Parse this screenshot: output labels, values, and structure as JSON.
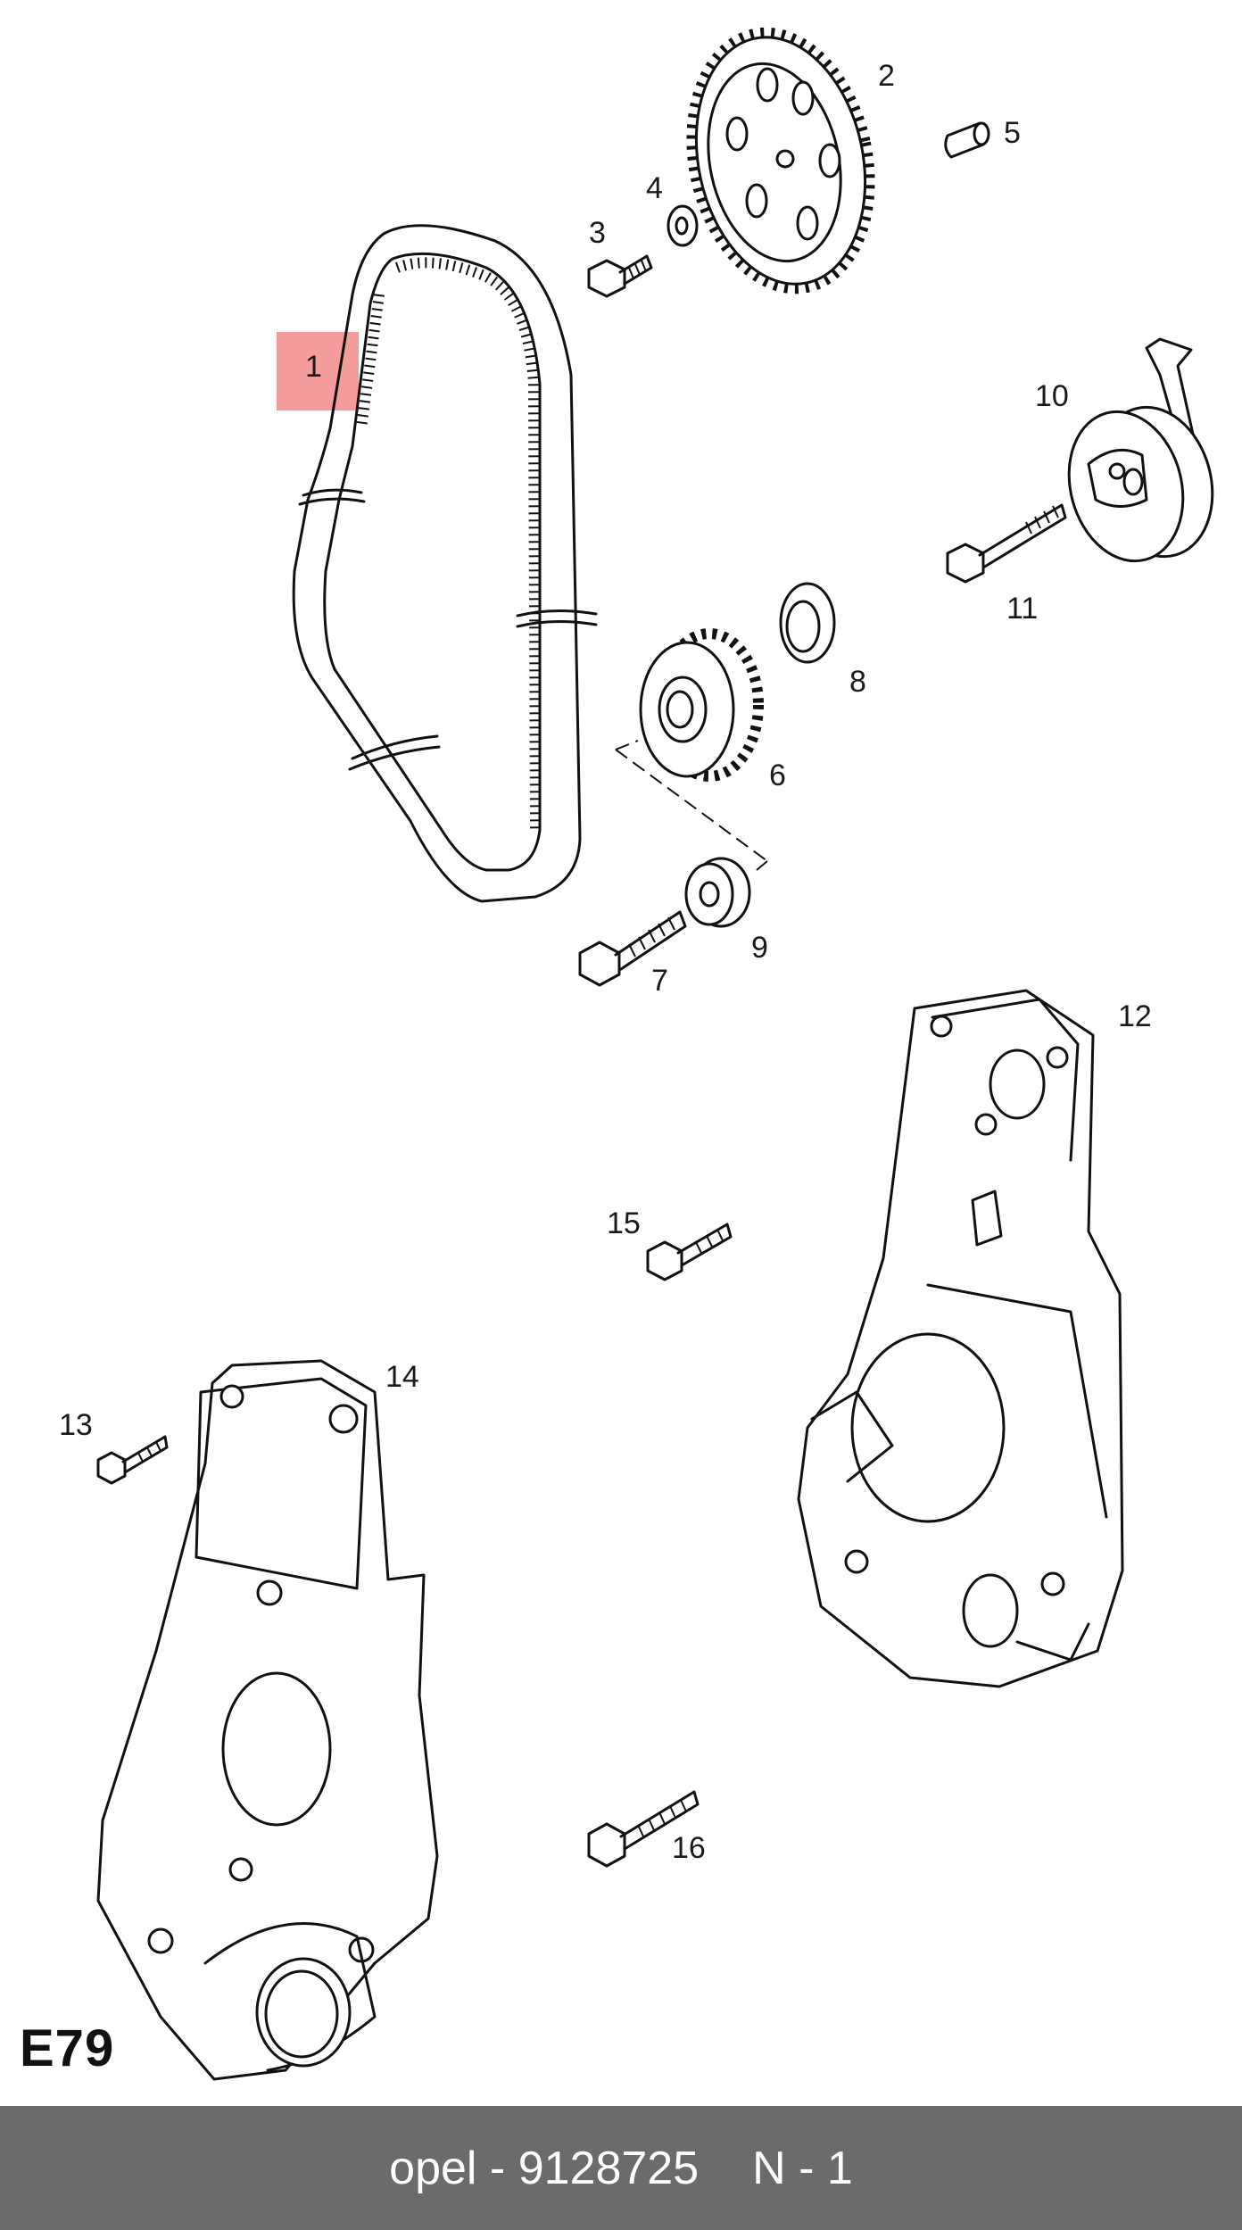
{
  "diagram": {
    "code": "E79",
    "highlight_color": "#f28a8a",
    "highlighted_part": "1",
    "callouts": [
      {
        "id": "1",
        "label": "1"
      },
      {
        "id": "2",
        "label": "2"
      },
      {
        "id": "3",
        "label": "3"
      },
      {
        "id": "4",
        "label": "4"
      },
      {
        "id": "5",
        "label": "5"
      },
      {
        "id": "6",
        "label": "6"
      },
      {
        "id": "7",
        "label": "7"
      },
      {
        "id": "8",
        "label": "8"
      },
      {
        "id": "9",
        "label": "9"
      },
      {
        "id": "10",
        "label": "10"
      },
      {
        "id": "11",
        "label": "11"
      },
      {
        "id": "12",
        "label": "12"
      },
      {
        "id": "13",
        "label": "13"
      },
      {
        "id": "14",
        "label": "14"
      },
      {
        "id": "15",
        "label": "15"
      },
      {
        "id": "16",
        "label": "16"
      }
    ]
  },
  "footer": {
    "brand": "opel",
    "separator": " - ",
    "part_number": "9128725",
    "quantity": "N - 1",
    "background": "#6b6b6b"
  }
}
